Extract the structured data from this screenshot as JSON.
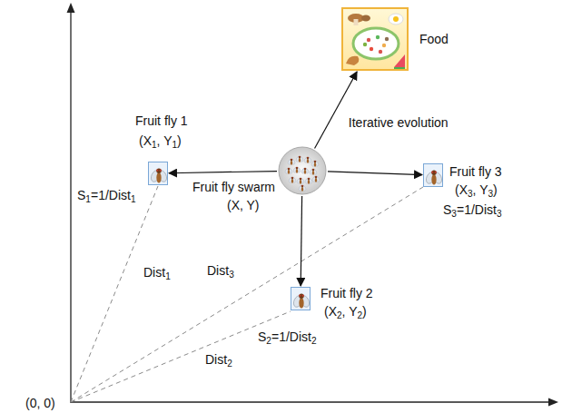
{
  "diagram": {
    "nodes": [
      {
        "text": [
          "Food"
        ]
      },
      {
        "text": [
          "Fruit fly 1",
          "(X1, Y1)",
          "S1=1/Dist1"
        ]
      },
      {
        "text": [
          "Fruit fly swarm",
          "(X, Y)"
        ]
      },
      {
        "text": [
          "Fruit fly 3",
          "(X3, Y3)",
          "S3=1/Dist3"
        ]
      },
      {
        "text": [
          "Fruit fly 2",
          "(X2, Y2)",
          "S2=1/Dist2"
        ]
      }
    ],
    "edges": [
      {
        "from": 2,
        "to": 0,
        "arrow": "to",
        "label": "Iterative evolution"
      },
      {
        "from": 2,
        "to": 1,
        "arrow": "to"
      },
      {
        "from": 2,
        "to": 3,
        "arrow": "to"
      },
      {
        "from": 2,
        "to": 4,
        "arrow": "to"
      }
    ],
    "labels": [
      "Dist1",
      "Dist3",
      "Dist2",
      "(0, 0)"
    ]
  }
}
